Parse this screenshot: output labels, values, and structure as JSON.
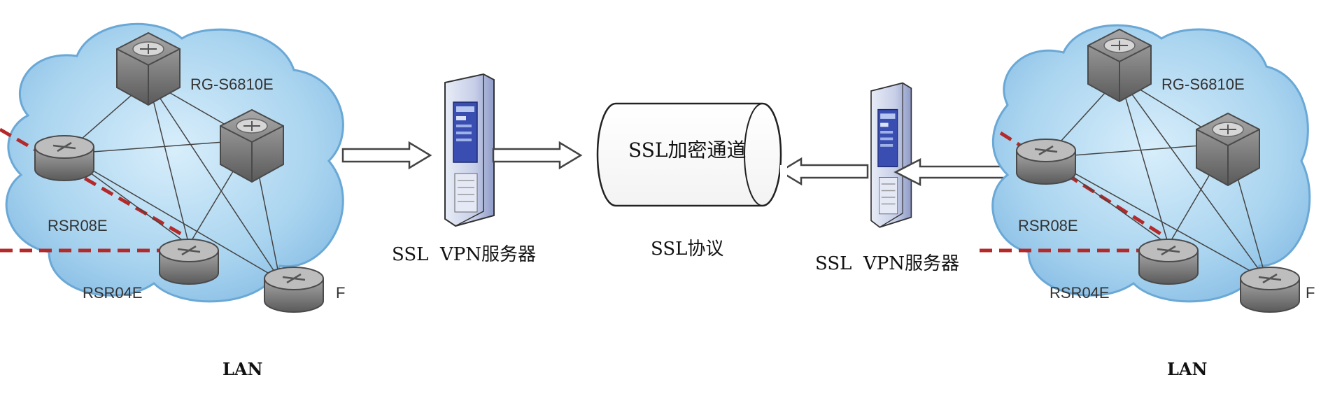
{
  "left_lan": {
    "caption": "LAN",
    "devices": {
      "core_switch": "RG-S6810E",
      "router_a": "RSR08E",
      "router_b": "RSR04E",
      "router_c_partial": "F"
    }
  },
  "right_lan": {
    "caption": "LAN",
    "devices": {
      "core_switch": "RG-S6810E",
      "router_a": "RSR08E",
      "router_b": "RSR04E",
      "router_c_partial": "F"
    }
  },
  "left_server": {
    "label": "SSL  VPN服务器"
  },
  "right_server": {
    "label": "SSL  VPN服务器"
  },
  "tunnel": {
    "label": "SSL加密通道",
    "protocol_label": "SSL协议"
  },
  "colors": {
    "cloud_fill": "#a9d4ef",
    "cloud_stroke": "#6aa8d6",
    "device_gray": "#7d7d7d",
    "dashed_link": "#b42a2a",
    "arrow_outline": "#444444",
    "server_blue": "#3a4db0"
  }
}
